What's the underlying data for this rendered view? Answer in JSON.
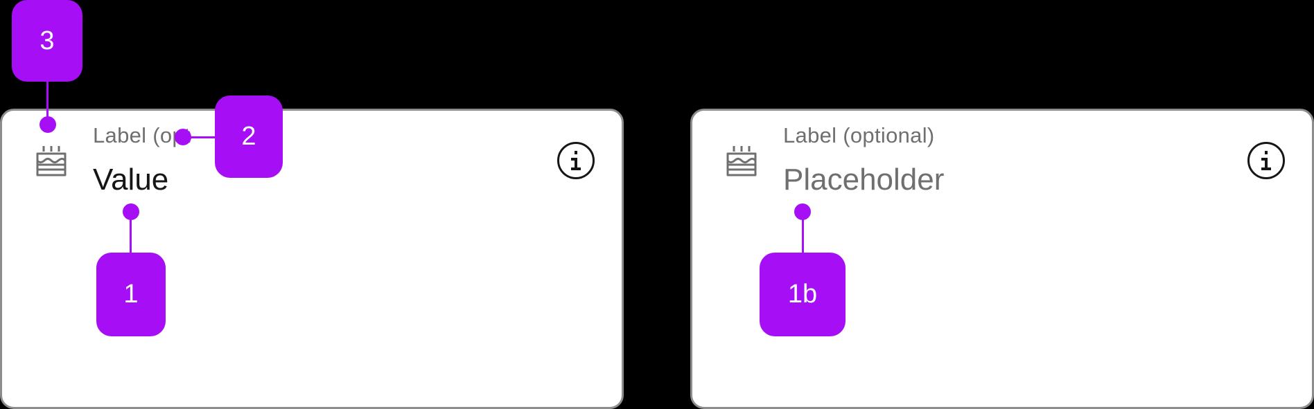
{
  "colors": {
    "background": "#000000",
    "field_background": "#ffffff",
    "field_border": "#8d8d8d",
    "label_text": "#6f6f6f",
    "value_text": "#161616",
    "placeholder_text": "#6f6f6f",
    "annotation": "#a60ff5"
  },
  "field_a": {
    "label": "Label (opt",
    "value": "Value",
    "leading_icon": "cake-icon",
    "trailing_icon": "info-icon"
  },
  "field_b": {
    "label": "Label (optional)",
    "placeholder": "Placeholder",
    "leading_icon": "cake-icon",
    "trailing_icon": "info-icon"
  },
  "annotations": {
    "callout_1": "1",
    "callout_1b": "1b",
    "callout_2": "2",
    "callout_3": "3"
  }
}
